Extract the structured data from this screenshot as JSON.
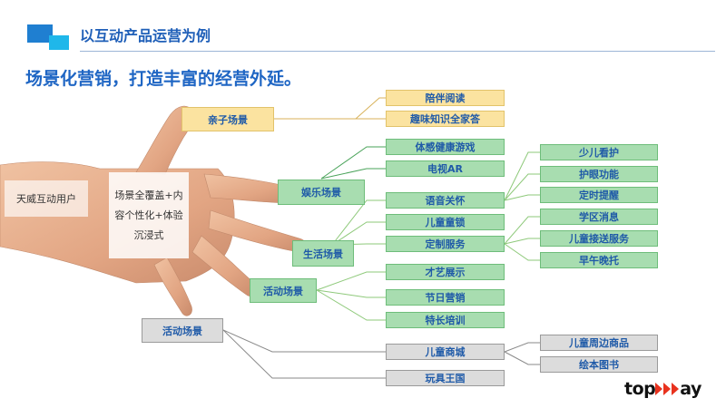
{
  "header": {
    "title": "以互动产品运营为例"
  },
  "headline": "场景化营销，打造丰富的经营外延。",
  "diagram": {
    "user_label": "天威互动用户",
    "center_label": "场景全覆盖+内容个性化+体验沉浸式",
    "scenes": [
      {
        "label": "亲子场景",
        "children": [
          "陪伴阅读",
          "趣味知识全家答"
        ]
      },
      {
        "label": "娱乐场景",
        "children": [
          "体感健康游戏",
          "电视AR"
        ]
      },
      {
        "label": "生活场景",
        "children": [
          "语音关怀",
          "儿童童锁",
          "定制服务"
        ]
      },
      {
        "label": "活动场景",
        "children": [
          "才艺展示",
          "节日营销",
          "特长培训"
        ]
      },
      {
        "label": "活动场景",
        "children": [
          "儿童商城",
          "玩具王国"
        ]
      }
    ],
    "voice_care_children": [
      "少儿看护",
      "护眼功能",
      "定时提醒"
    ],
    "custom_service_children": [
      "学区消息",
      "儿童接送服务",
      "早午晚托"
    ],
    "mall_children": [
      "儿童周边商品",
      "绘本图书"
    ]
  },
  "logo": {
    "text_left": "top",
    "text_right": "ay"
  },
  "colors": {
    "yellow": "#fbe3a0",
    "green": "#a8ddb0",
    "gray": "#dcdcdc",
    "title_blue": "#1f66c4",
    "logo_red": "#e8321e"
  }
}
